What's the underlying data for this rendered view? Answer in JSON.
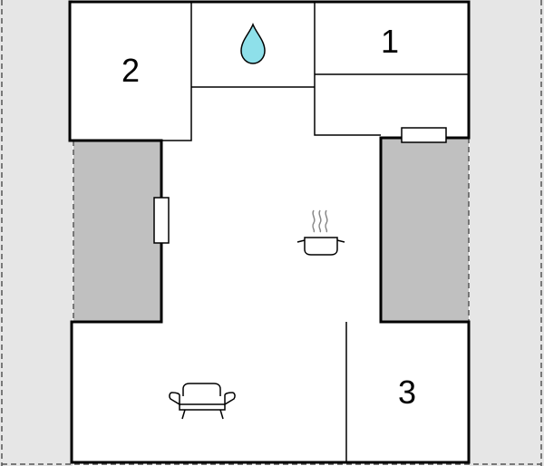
{
  "floor_plan": {
    "rooms": [
      {
        "label": "2"
      },
      {
        "label": "1"
      },
      {
        "label": "3"
      }
    ],
    "icons": {
      "water": "water-drop-icon",
      "kitchen": "cooking-pot-icon",
      "living": "sofa-icon"
    },
    "colors": {
      "outside": "#e6e6e6",
      "terrace": "#c0c0c0",
      "water_drop": "#8ee0ea",
      "walls": "#000000",
      "floor": "#ffffff"
    }
  }
}
